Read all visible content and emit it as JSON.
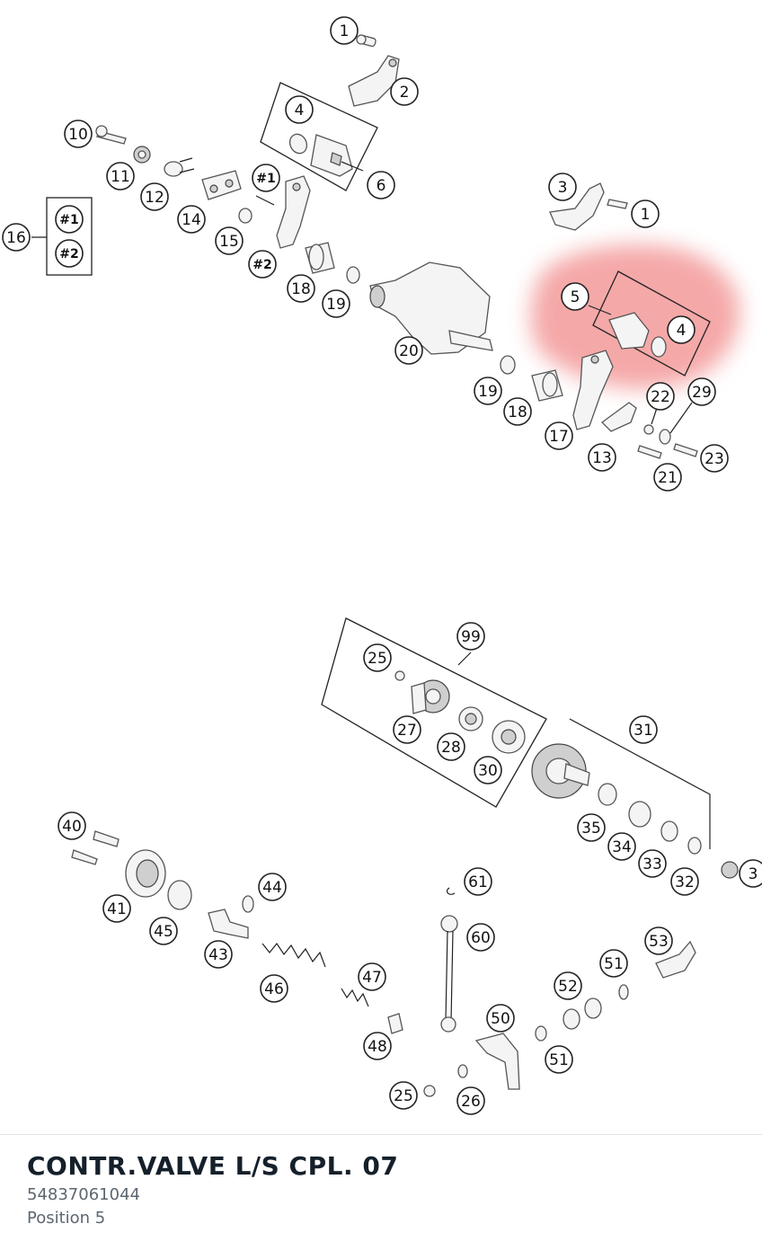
{
  "diagram": {
    "highlight_color": "#f28b8b",
    "callouts": [
      "1",
      "2",
      "4",
      "6",
      "10",
      "11",
      "12",
      "14",
      "#1",
      "15",
      "#2",
      "16",
      "#1",
      "#2",
      "18",
      "19",
      "20",
      "3",
      "1",
      "5",
      "4",
      "19",
      "18",
      "17",
      "22",
      "29",
      "13",
      "21",
      "23",
      "99",
      "25",
      "27",
      "28",
      "30",
      "31",
      "35",
      "34",
      "33",
      "32",
      "3",
      "40",
      "41",
      "45",
      "44",
      "43",
      "46",
      "47",
      "48",
      "61",
      "60",
      "53",
      "51",
      "52",
      "50",
      "51",
      "25",
      "26"
    ]
  },
  "footer": {
    "title": "CONTR.VALVE L/S CPL. 07",
    "part_number": "54837061044",
    "position": "Position 5"
  }
}
